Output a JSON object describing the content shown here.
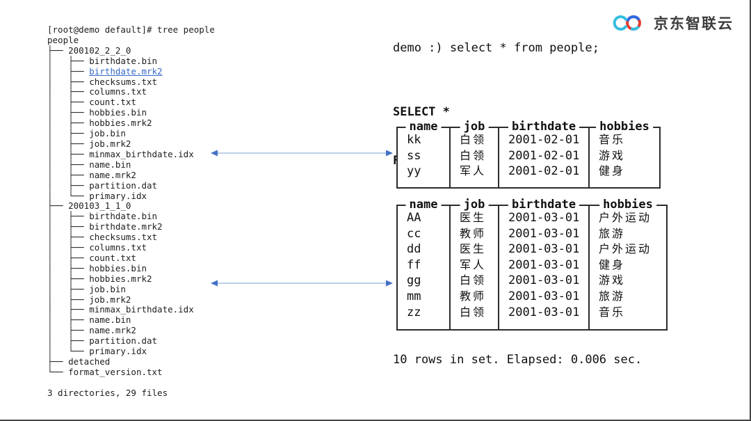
{
  "terminal": {
    "lines": [
      {
        "pre": "",
        "name": "[root@demo default]# tree people"
      },
      {
        "pre": "",
        "name": "people"
      },
      {
        "pre": "├── ",
        "name": "200102_2_2_0"
      },
      {
        "pre": "│   ├── ",
        "name": "birthdate.bin"
      },
      {
        "pre": "│   ├── ",
        "name": "birthdate.mrk2",
        "hl": true
      },
      {
        "pre": "│   ├── ",
        "name": "checksums.txt"
      },
      {
        "pre": "│   ├── ",
        "name": "columns.txt"
      },
      {
        "pre": "│   ├── ",
        "name": "count.txt"
      },
      {
        "pre": "│   ├── ",
        "name": "hobbies.bin"
      },
      {
        "pre": "│   ├── ",
        "name": "hobbies.mrk2"
      },
      {
        "pre": "│   ├── ",
        "name": "job.bin"
      },
      {
        "pre": "│   ├── ",
        "name": "job.mrk2"
      },
      {
        "pre": "│   ├── ",
        "name": "minmax_birthdate.idx"
      },
      {
        "pre": "│   ├── ",
        "name": "name.bin"
      },
      {
        "pre": "│   ├── ",
        "name": "name.mrk2"
      },
      {
        "pre": "│   ├── ",
        "name": "partition.dat"
      },
      {
        "pre": "│   └── ",
        "name": "primary.idx"
      },
      {
        "pre": "├── ",
        "name": "200103_1_1_0"
      },
      {
        "pre": "│   ├── ",
        "name": "birthdate.bin"
      },
      {
        "pre": "│   ├── ",
        "name": "birthdate.mrk2"
      },
      {
        "pre": "│   ├── ",
        "name": "checksums.txt"
      },
      {
        "pre": "│   ├── ",
        "name": "columns.txt"
      },
      {
        "pre": "│   ├── ",
        "name": "count.txt"
      },
      {
        "pre": "│   ├── ",
        "name": "hobbies.bin"
      },
      {
        "pre": "│   ├── ",
        "name": "hobbies.mrk2"
      },
      {
        "pre": "│   ├── ",
        "name": "job.bin"
      },
      {
        "pre": "│   ├── ",
        "name": "job.mrk2"
      },
      {
        "pre": "│   ├── ",
        "name": "minmax_birthdate.idx"
      },
      {
        "pre": "│   ├── ",
        "name": "name.bin"
      },
      {
        "pre": "│   ├── ",
        "name": "name.mrk2"
      },
      {
        "pre": "│   ├── ",
        "name": "partition.dat"
      },
      {
        "pre": "│   └── ",
        "name": "primary.idx"
      },
      {
        "pre": "├── ",
        "name": "detached"
      },
      {
        "pre": "└── ",
        "name": "format_version.txt"
      }
    ],
    "summary": "3 directories, 29 files"
  },
  "sql": {
    "prompt": "demo :) select * from people;",
    "select_line": "SELECT *",
    "from_keyword": "FROM",
    "table_name": "people"
  },
  "tables": [
    {
      "columns": [
        "name",
        "job",
        "birthdate",
        "hobbies"
      ],
      "rows": [
        [
          "kk",
          "白领",
          "2001-02-01",
          "音乐"
        ],
        [
          "ss",
          "白领",
          "2001-02-01",
          "游戏"
        ],
        [
          "yy",
          "军人",
          "2001-02-01",
          "健身"
        ]
      ]
    },
    {
      "columns": [
        "name",
        "job",
        "birthdate",
        "hobbies"
      ],
      "rows": [
        [
          "AA",
          "医生",
          "2001-03-01",
          "户外运动"
        ],
        [
          "cc",
          "教师",
          "2001-03-01",
          "旅游"
        ],
        [
          "dd",
          "医生",
          "2001-03-01",
          "户外运动"
        ],
        [
          "ff",
          "军人",
          "2001-03-01",
          "健身"
        ],
        [
          "gg",
          "白领",
          "2001-03-01",
          "游戏"
        ],
        [
          "mm",
          "教师",
          "2001-03-01",
          "旅游"
        ],
        [
          "zz",
          "白领",
          "2001-03-01",
          "音乐"
        ]
      ]
    }
  ],
  "footer": {
    "status": "10 rows in set. Elapsed: 0.006 sec."
  },
  "logo": {
    "text": "京东智联云"
  },
  "colors": {
    "link": "#3568c9",
    "table_name": "#4fc0cf",
    "arrow_head": "#4472c4",
    "arrow_line": "#a9bfe2",
    "logo_blue": "#2f6be4",
    "logo_red": "#e63b2e",
    "logo_cyan": "#35bfe0"
  }
}
